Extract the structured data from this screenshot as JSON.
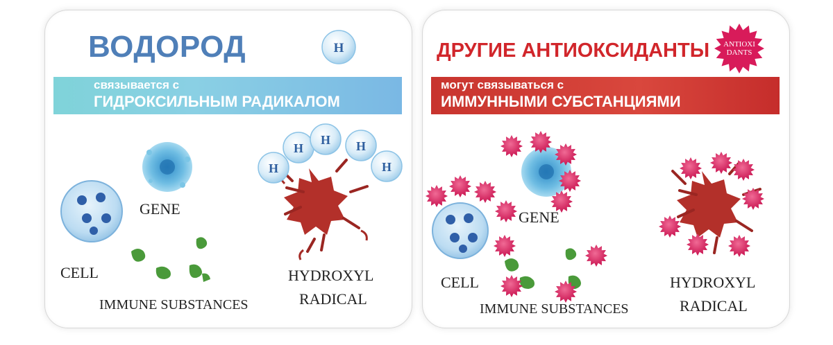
{
  "left_panel": {
    "title": "ВОДОРОД",
    "badge_text": "H",
    "band_line1": "связывается с",
    "band_line2": "ГИДРОКСИЛЬНЫМ РАДИКАЛОМ",
    "h_bubble_text": "H",
    "labels": {
      "cell": "CELL",
      "gene": "GENE",
      "immune": "IMMUNE SUBSTANCES",
      "hydroxyl": "HYDROXYL",
      "radical": "RADICAL"
    }
  },
  "right_panel": {
    "title": "ДРУГИЕ АНТИОКСИДАНТЫ",
    "badge_line1": "ANTIOXI",
    "badge_line2": "DANTS",
    "band_line1": "могут связываться с",
    "band_line2": "ИММУННЫМИ СУБСТАНЦИЯМИ",
    "labels": {
      "cell": "CELL",
      "gene": "GENE",
      "immune": "IMMUNE SUBSTANCES",
      "hydroxyl": "HYDROXYL",
      "radical": "RADICAL"
    }
  },
  "colors": {
    "hydrogen_blue": "#4f7fb8",
    "antioxidant_red": "#d1262b",
    "star_pink": "#d81b5a",
    "radical_red": "#b3302a",
    "immune_green": "#4a9a3a",
    "cell_blue": "#9ec8e8"
  }
}
